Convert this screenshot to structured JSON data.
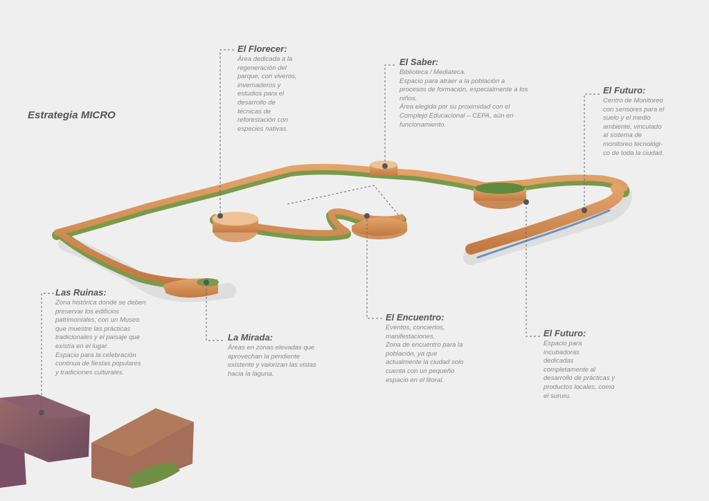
{
  "title": "Estrategia MICRO",
  "annotations": [
    {
      "id": "el-florecer",
      "heading": "El Florecer:",
      "lines": [
        "Área dedicada a la",
        "regeneración del",
        "parque, con viveros,",
        "invernaderos y",
        "estudios para el",
        "desarrollo de",
        "técnicas de",
        "reforestación con",
        "especies nativas."
      ]
    },
    {
      "id": "el-saber",
      "heading": "El Saber:",
      "lines": [
        "Biblioteca / Mediateca.",
        "Espacio para atraer a la población a",
        "procesos de formación, especialmente a los",
        "niños.",
        "Área elegida por su proximidad con el",
        "Complejo Educacional – CEPA, aún en",
        "funcionamiento."
      ]
    },
    {
      "id": "el-futuro-top",
      "heading": "El Futuro:",
      "lines": [
        "Centro de Monitoreo",
        "con sensores para el",
        "suelo y el medio",
        "ambiente, vinculado",
        "al sistema de",
        "monitoreo tecnológi-",
        "co de toda la ciudad."
      ]
    },
    {
      "id": "las-ruinas",
      "heading": "Las Ruinas:",
      "lines": [
        "Zona histórica donde se deben",
        "preservar los edificios",
        "patrimoniales, con un Museo",
        "que muestre las prácticas",
        "tradicionales y el paisaje que",
        "existía en el lugar.",
        "Espacio para la celebración",
        "continua de fiestas populares",
        "y tradiciones culturales."
      ]
    },
    {
      "id": "la-mirada",
      "heading": "La Mirada:",
      "lines": [
        "Áreas en zonas elevadas que",
        "aprovechan la pendiente",
        "existente y valorizan las vistas",
        "hacia la laguna."
      ]
    },
    {
      "id": "el-encuentro",
      "heading": "El Encuentro:",
      "lines": [
        "Eventos, conciertos,",
        "manifestaciones.",
        "Zona de encuentro para la",
        "población, ya que",
        "actualmente la ciudad solo",
        "cuenta con un pequeño",
        "espacio en el litoral."
      ]
    },
    {
      "id": "el-futuro-bottom",
      "heading": "El Futuro:",
      "lines": [
        "Espacio para",
        "incubadoras",
        "dedicadas",
        "completamente al",
        "desarrollo de prácticas y",
        "productos locales, como",
        "el sururu."
      ]
    }
  ]
}
